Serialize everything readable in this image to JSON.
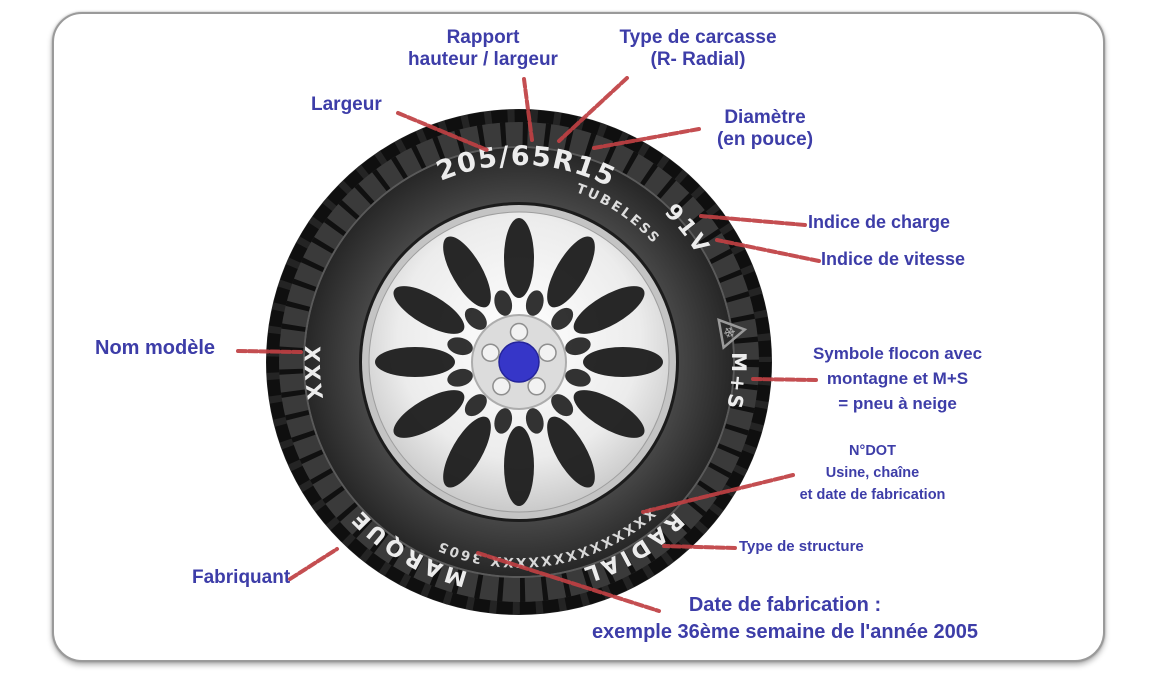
{
  "colors": {
    "label_blue": "#3d3da8",
    "leader_red": "#bf4043",
    "tire_dark": "#262626",
    "hub_blue": "#3636c8"
  },
  "tire_markings": {
    "size": "205/65R15",
    "tubeless": "TUBELESS",
    "load_speed_index": "91V",
    "mud_snow": "M+S",
    "snowflake_symbol": "❄",
    "model_placeholder": "XXX",
    "brand_placeholder": "MARQUE",
    "dot_code": "XXXXXXXXXXXXXX 3605",
    "structure": "RADIAL"
  },
  "labels": {
    "rapport": {
      "line1": "Rapport",
      "line2": "hauteur / largeur"
    },
    "carcasse": {
      "line1": "Type de carcasse",
      "line2": "(R- Radial)"
    },
    "largeur": "Largeur",
    "diametre": {
      "line1": "Diamètre",
      "line2": "(en pouce)"
    },
    "indice_charge": "Indice de charge",
    "indice_vitesse": "Indice de vitesse",
    "flocon": {
      "line1": "Symbole flocon avec",
      "line2": "montagne et M+S",
      "line3": "= pneu à neige"
    },
    "ndot": {
      "line1": "N°DOT",
      "line2": "Usine, chaîne",
      "line3": "et date de fabrication"
    },
    "structure": "Type de structure",
    "nom_modele": "Nom modèle",
    "fabriquant": "Fabriquant",
    "date_fabrication": {
      "line1": "Date de fabrication :",
      "line2": "exemple 36ème semaine de l'année 2005"
    }
  }
}
